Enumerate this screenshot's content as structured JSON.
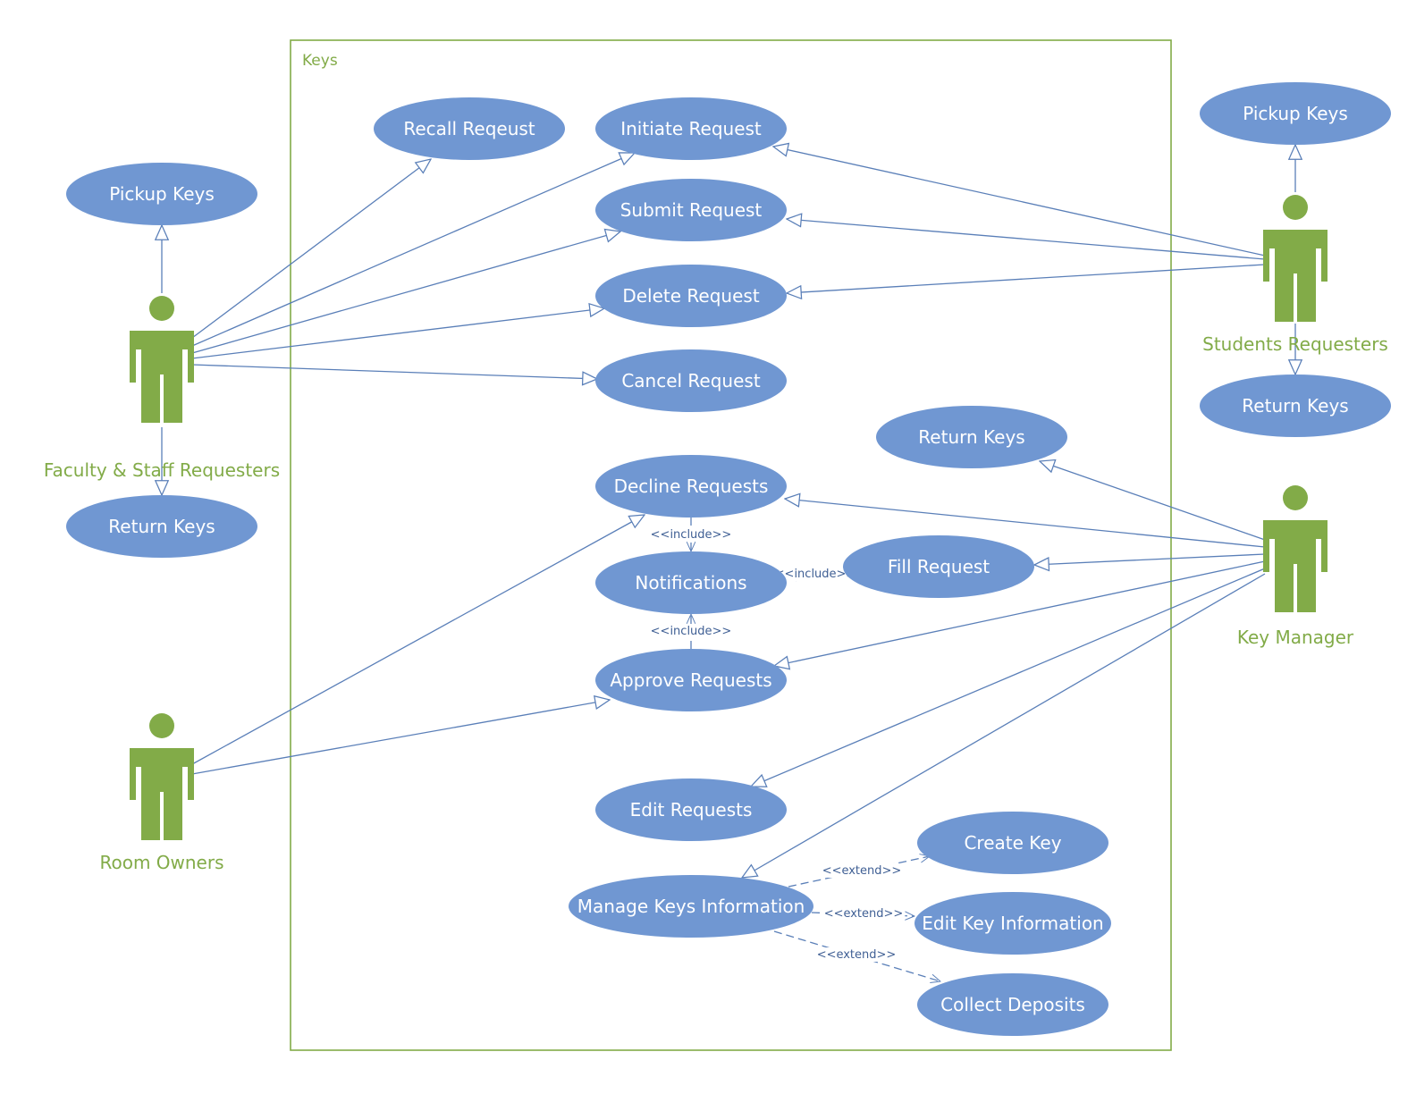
{
  "colors": {
    "usecase_fill": "#7097D2",
    "usecase_text": "#FFFFFF",
    "actor": "#82AB48",
    "boundary": "#82AB48",
    "edge": "#5A7FB8",
    "stereotype": "#3F5F94",
    "background": "#FFFFFF"
  },
  "system_boundary": {
    "label": "Keys"
  },
  "actors": [
    {
      "id": "faculty",
      "label": "Faculty & Staff Requesters"
    },
    {
      "id": "students",
      "label": "Students Requesters"
    },
    {
      "id": "roomowners",
      "label": "Room Owners"
    },
    {
      "id": "keymanager",
      "label": "Key Manager"
    }
  ],
  "use_cases": [
    {
      "id": "recall",
      "label": "Recall Reqeust"
    },
    {
      "id": "initiate",
      "label": "Initiate Request"
    },
    {
      "id": "submit",
      "label": "Submit Request"
    },
    {
      "id": "delete",
      "label": "Delete Request"
    },
    {
      "id": "cancel",
      "label": "Cancel Request"
    },
    {
      "id": "decline",
      "label": "Decline Requests"
    },
    {
      "id": "notifications",
      "label": "Notifications"
    },
    {
      "id": "approve",
      "label": "Approve Requests"
    },
    {
      "id": "edit_requests",
      "label": "Edit Requests"
    },
    {
      "id": "manage_keys",
      "label": "Manage Keys Information"
    },
    {
      "id": "return_keys_km",
      "label": "Return Keys"
    },
    {
      "id": "fill",
      "label": "Fill Request"
    },
    {
      "id": "create_key",
      "label": "Create Key"
    },
    {
      "id": "edit_key_info",
      "label": "Edit Key Information"
    },
    {
      "id": "collect_deposits",
      "label": "Collect Deposits"
    },
    {
      "id": "pickup_fac",
      "label": "Pickup Keys"
    },
    {
      "id": "return_fac",
      "label": "Return Keys"
    },
    {
      "id": "pickup_stu",
      "label": "Pickup Keys"
    },
    {
      "id": "return_stu",
      "label": "Return Keys"
    }
  ],
  "associations": [
    {
      "from": "faculty",
      "to": "recall"
    },
    {
      "from": "faculty",
      "to": "initiate"
    },
    {
      "from": "faculty",
      "to": "submit"
    },
    {
      "from": "faculty",
      "to": "delete"
    },
    {
      "from": "faculty",
      "to": "cancel"
    },
    {
      "from": "faculty",
      "to": "pickup_fac"
    },
    {
      "from": "faculty",
      "to": "return_fac"
    },
    {
      "from": "students",
      "to": "initiate"
    },
    {
      "from": "students",
      "to": "submit"
    },
    {
      "from": "students",
      "to": "delete"
    },
    {
      "from": "students",
      "to": "pickup_stu"
    },
    {
      "from": "students",
      "to": "return_stu"
    },
    {
      "from": "roomowners",
      "to": "decline"
    },
    {
      "from": "roomowners",
      "to": "approve"
    },
    {
      "from": "keymanager",
      "to": "return_keys_km"
    },
    {
      "from": "keymanager",
      "to": "decline"
    },
    {
      "from": "keymanager",
      "to": "fill"
    },
    {
      "from": "keymanager",
      "to": "approve"
    },
    {
      "from": "keymanager",
      "to": "edit_requests"
    },
    {
      "from": "keymanager",
      "to": "manage_keys"
    }
  ],
  "dependencies": [
    {
      "from": "decline",
      "to": "notifications",
      "stereotype": "<<include>>"
    },
    {
      "from": "approve",
      "to": "notifications",
      "stereotype": "<<include>>"
    },
    {
      "from": "fill",
      "to": "notifications",
      "stereotype": "<<include>>"
    },
    {
      "from": "manage_keys",
      "to": "create_key",
      "stereotype": "<<extend>>"
    },
    {
      "from": "manage_keys",
      "to": "edit_key_info",
      "stereotype": "<<extend>>"
    },
    {
      "from": "manage_keys",
      "to": "collect_deposits",
      "stereotype": "<<extend>>"
    }
  ]
}
